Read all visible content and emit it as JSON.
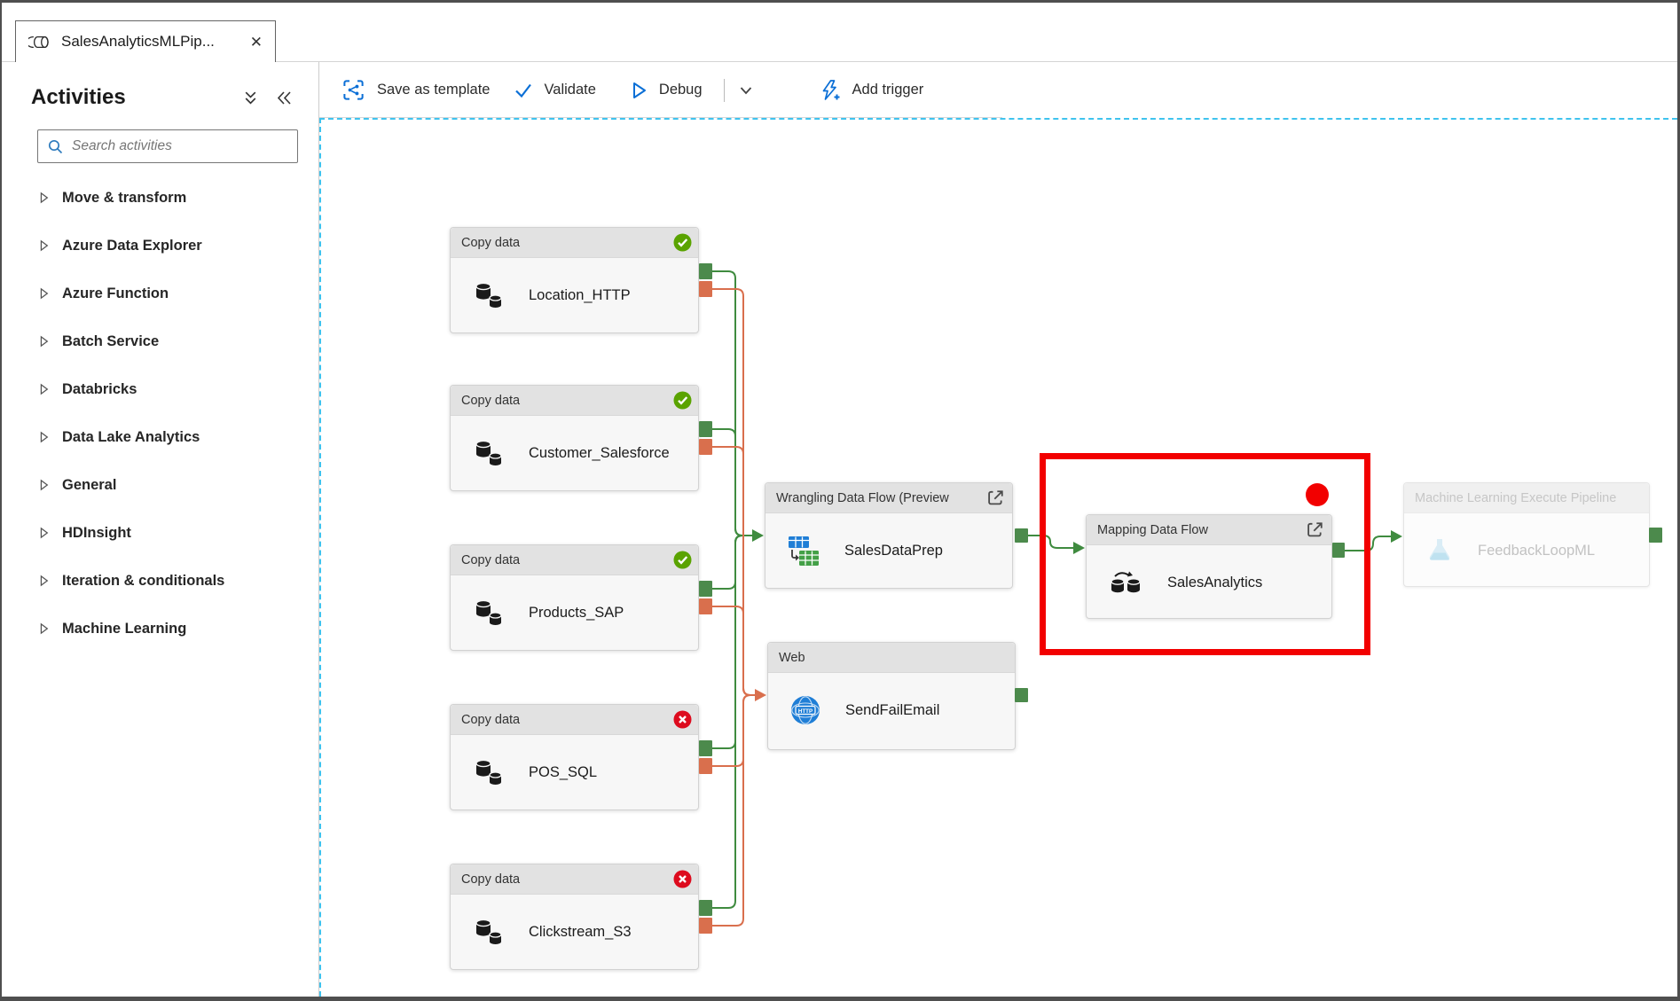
{
  "tab": {
    "title": "SalesAnalyticsMLPip...",
    "close_label": "✕"
  },
  "sidebar": {
    "title": "Activities",
    "search": {
      "placeholder": "Search activities"
    },
    "items": [
      {
        "label": "Move & transform"
      },
      {
        "label": "Azure Data Explorer"
      },
      {
        "label": "Azure Function"
      },
      {
        "label": "Batch Service"
      },
      {
        "label": "Databricks"
      },
      {
        "label": "Data Lake Analytics"
      },
      {
        "label": "General"
      },
      {
        "label": "HDInsight"
      },
      {
        "label": "Iteration & conditionals"
      },
      {
        "label": "Machine Learning"
      }
    ]
  },
  "toolbar": {
    "save_as_template": "Save as template",
    "validate": "Validate",
    "debug": "Debug",
    "add_trigger": "Add trigger"
  },
  "canvas": {
    "nodes": [
      {
        "type": "Copy data",
        "name": "Location_HTTP",
        "status": "succeeded"
      },
      {
        "type": "Copy data",
        "name": "Customer_Salesforce",
        "status": "succeeded"
      },
      {
        "type": "Copy data",
        "name": "Products_SAP",
        "status": "succeeded"
      },
      {
        "type": "Copy data",
        "name": "POS_SQL",
        "status": "failed"
      },
      {
        "type": "Copy data",
        "name": "Clickstream_S3",
        "status": "failed"
      },
      {
        "type": "Wrangling Data Flow (Preview",
        "name": "SalesDataPrep"
      },
      {
        "type": "Web",
        "name": "SendFailEmail"
      },
      {
        "type": "Mapping Data Flow",
        "name": "SalesAnalytics"
      },
      {
        "type": "Machine Learning Execute Pipeline",
        "name": "FeedbackLoopML",
        "state": "disabled"
      }
    ],
    "colors": {
      "success_port_green": "#4c8a4c",
      "connector_green": "#3f8b3f",
      "failure_orange": "#d96f4d",
      "status_success": "#5aa300",
      "status_failed": "#dd0b1e",
      "highlight_red": "#f20000",
      "canvas_border_blue": "#3fc3ee",
      "accent_blue": "#0b6fd6"
    }
  }
}
